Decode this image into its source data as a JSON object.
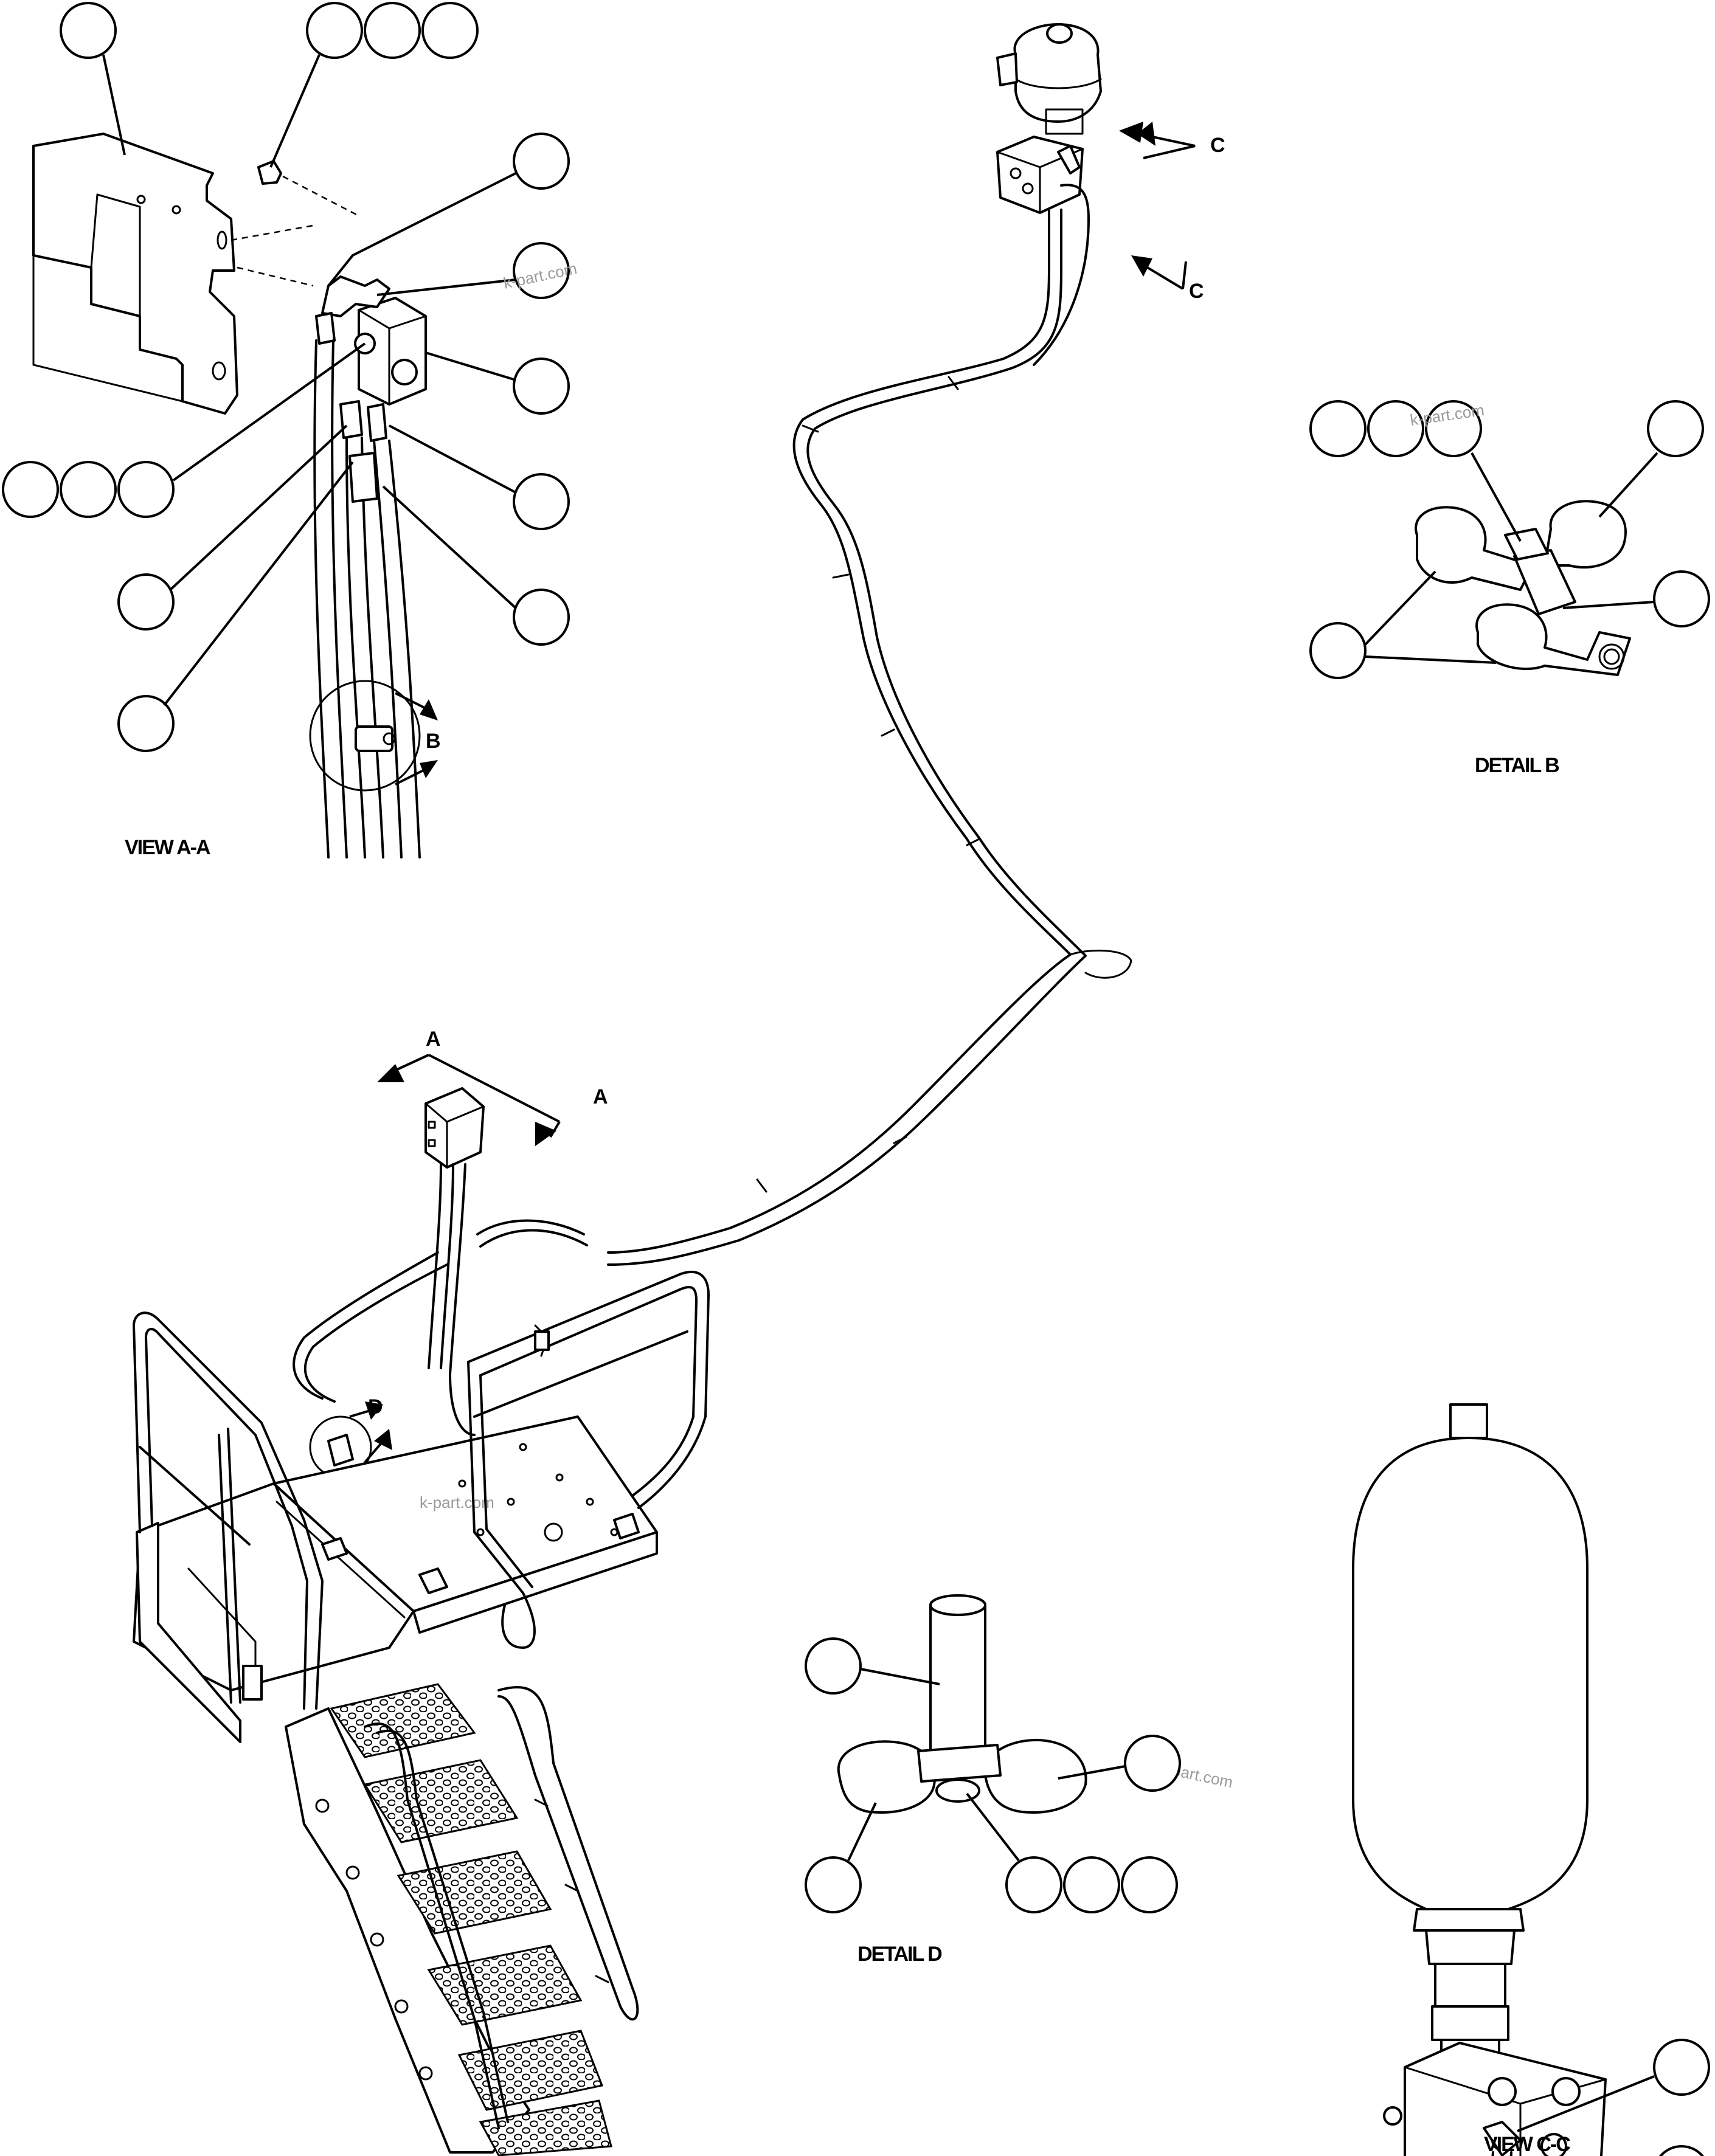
{
  "section_labels": {
    "view_aa": "VIEW A-A",
    "detail_b": "DETAIL B",
    "detail_d": "DETAIL D",
    "view_cc": "VIEW C-C"
  },
  "view_markers": {
    "a1": "A",
    "a2": "A",
    "b": "B",
    "c1": "C",
    "c2": "C",
    "d": "D"
  },
  "watermark": "k-part.com"
}
